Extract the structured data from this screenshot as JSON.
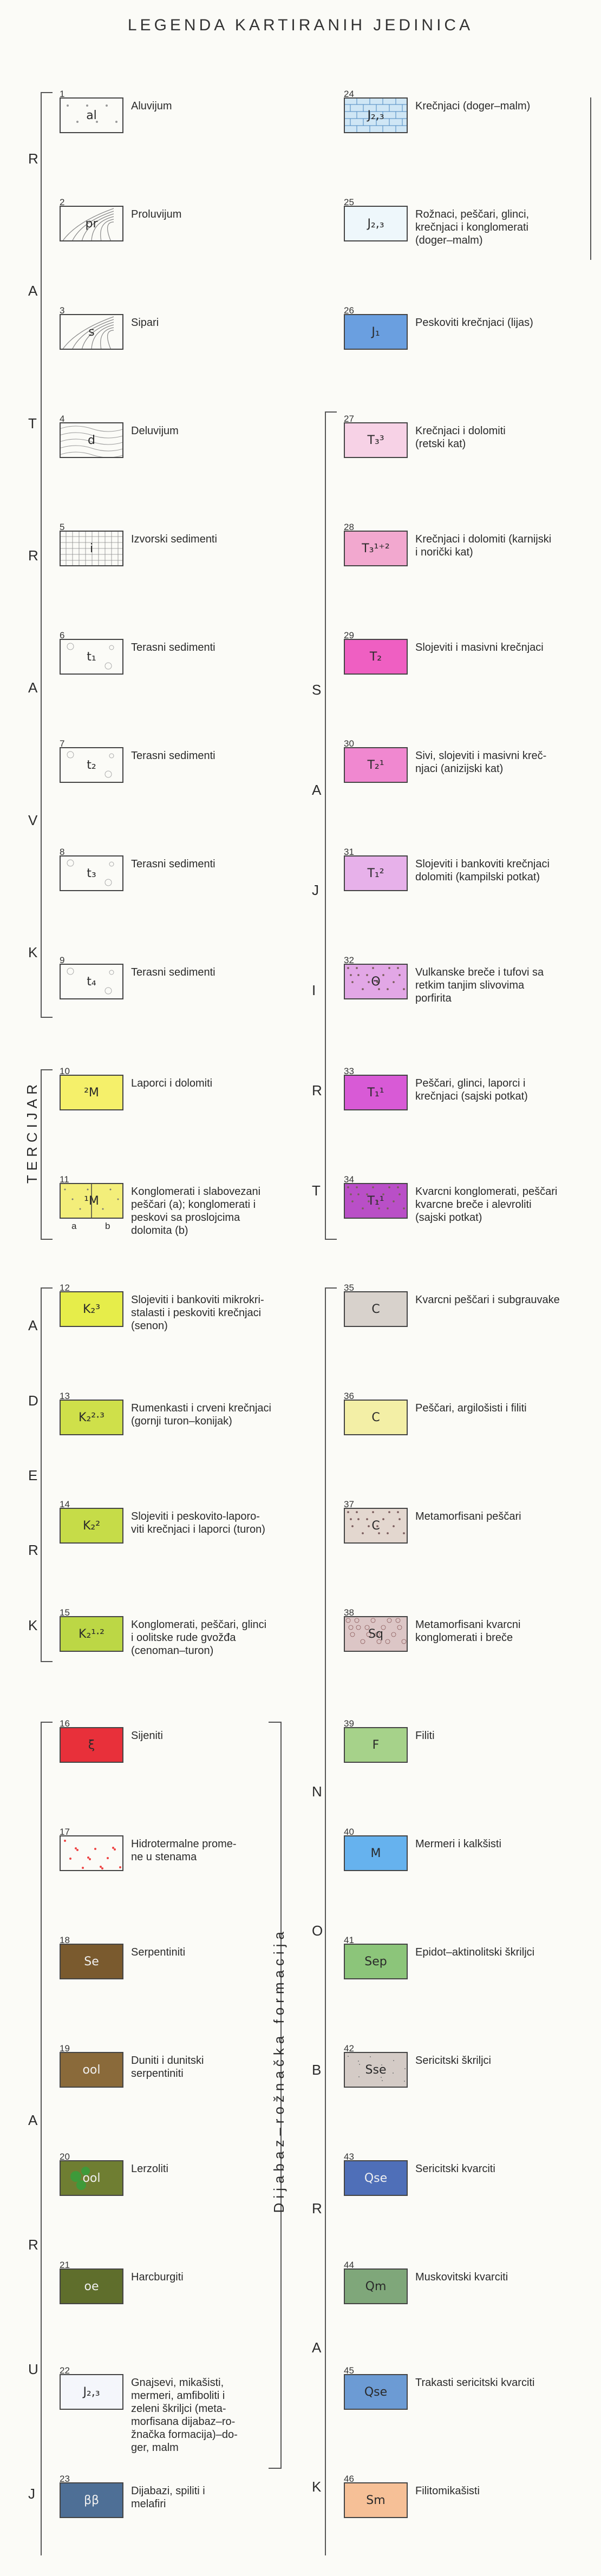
{
  "title": "LEGENDA KARTIRANIH JEDINICA",
  "groups": {
    "kvartar": [
      "K",
      "V",
      "A",
      "R",
      "T",
      "A",
      "R"
    ],
    "tercijar": "TERCIJAR",
    "kreda": [
      "K",
      "R",
      "E",
      "D",
      "A"
    ],
    "jura": [
      "J",
      "U",
      "R",
      "A"
    ],
    "trijas": [
      "T",
      "R",
      "I",
      "J",
      "A",
      "S"
    ],
    "karbon": [
      "K",
      "A",
      "R",
      "B",
      "O",
      "N"
    ],
    "dijabaz": "Dijabaz–rožnačka formacija"
  },
  "left": [
    {
      "n": "1",
      "sym": "al",
      "desc": "Aluvijum",
      "color": "#fbfbf7"
    },
    {
      "n": "2",
      "sym": "pr",
      "desc": "Proluvijum",
      "color": "#fbfbf7"
    },
    {
      "n": "3",
      "sym": "s",
      "desc": "Sipari",
      "color": "#fbfbf7"
    },
    {
      "n": "4",
      "sym": "d",
      "desc": "Deluvijum",
      "color": "#fbfbf7"
    },
    {
      "n": "5",
      "sym": "i",
      "desc": "Izvorski sedimenti",
      "color": "#fbfbf7"
    },
    {
      "n": "6",
      "sym": "t₁",
      "desc": "Terasni sedimenti",
      "color": "#fbfbf7"
    },
    {
      "n": "7",
      "sym": "t₂",
      "desc": "Terasni sedimenti",
      "color": "#fbfbf7"
    },
    {
      "n": "8",
      "sym": "t₃",
      "desc": "Terasni sedimenti",
      "color": "#fbfbf7"
    },
    {
      "n": "9",
      "sym": "t₄",
      "desc": "Terasni sedimenti",
      "color": "#fbfbf7"
    },
    {
      "n": "10",
      "sym": "²M",
      "desc": "Laporci i dolomiti",
      "color": "#f5f06a"
    },
    {
      "n": "11",
      "sym": "¹M",
      "desc": "Konglomerati i slabovezani\npeščari (a); konglomerati i\npeskovi sa proslojcima\ndolomita (b)",
      "color": "#f3ee7a",
      "sub_a": "a",
      "sub_b": "b"
    },
    {
      "n": "12",
      "sym": "K₂³",
      "desc": "Slojeviti i bankoviti mikrokri-\nstalasti i peskoviti krečnjaci\n(senon)",
      "color": "#e6ed4a"
    },
    {
      "n": "13",
      "sym": "K₂²·³",
      "desc": "Rumenkasti i crveni krečnjaci\n(gornji turon–konijak)",
      "color": "#cfe04a"
    },
    {
      "n": "14",
      "sym": "K₂²",
      "desc": "Slojeviti i peskovito-laporo-\nviti krečnjaci i laporci (turon)",
      "color": "#c6dc48"
    },
    {
      "n": "15",
      "sym": "K₂¹·²",
      "desc": "Konglomerati, peščari, glinci\ni oolitske rude gvožđa\n(cenoman–turon)",
      "color": "#bcd745"
    },
    {
      "n": "16",
      "sym": "ξ",
      "desc": "Sijeniti",
      "color": "#e8303a"
    },
    {
      "n": "17",
      "sym": "",
      "desc": "Hidrotermalne prome-\nne u stenama",
      "color": "#fbfbf7"
    },
    {
      "n": "18",
      "sym": "Se",
      "desc": "Serpentiniti",
      "color": "#7a5a2e"
    },
    {
      "n": "19",
      "sym": "ool",
      "desc": "Duniti i dunitski\nserpentiniti",
      "color": "#8a6a3a"
    },
    {
      "n": "20",
      "sym": "ool",
      "desc": "Lerzoliti",
      "color": "#6f7e32"
    },
    {
      "n": "21",
      "sym": "oe",
      "desc": "Harcburgiti",
      "color": "#5f6e2c"
    },
    {
      "n": "22",
      "sym": "J₂,₃",
      "desc": "Gnajsevi, mikašisti,\nmermeri, amfiboliti i\nzeleni škriljci (meta-\nmorfisana dijabaz–ro-\nžnačka formacija)–do-\nger, malm",
      "color": "#f4f6fb"
    },
    {
      "n": "23",
      "sym": "ββ",
      "desc": "Dijabazi, spiliti i\nmelafiri",
      "color": "#4e6f96"
    }
  ],
  "right": [
    {
      "n": "24",
      "sym": "J₂,₃",
      "desc": "Krečnjaci (doger–malm)",
      "color": "#cfe6f5"
    },
    {
      "n": "25",
      "sym": "J₂,₃",
      "desc": "Rožnaci, peščari, glinci,\nkrečnjaci i konglomerati\n(doger–malm)",
      "color": "#eef7fb"
    },
    {
      "n": "26",
      "sym": "J₁",
      "desc": "Peskoviti krečnjaci (lijas)",
      "color": "#6a9fe0"
    },
    {
      "n": "27",
      "sym": "T₃³",
      "desc": "Krečnjaci i dolomiti\n(retski kat)",
      "color": "#f7d2e6"
    },
    {
      "n": "28",
      "sym": "T₃¹⁺²",
      "desc": "Krečnjaci i dolomiti (karnijski\ni norički kat)",
      "color": "#f2a8cf"
    },
    {
      "n": "29",
      "sym": "T₂",
      "desc": "Slojeviti i masivni krečnjaci",
      "color": "#ef5fc2"
    },
    {
      "n": "30",
      "sym": "T₂¹",
      "desc": "Sivi, slojeviti i masivni kreč-\nnjaci (anizijski kat)",
      "color": "#f088d0"
    },
    {
      "n": "31",
      "sym": "T₁²",
      "desc": "Slojeviti i bankoviti krečnjaci\ndolomiti (kampilski potkat)",
      "color": "#e7b1ea"
    },
    {
      "n": "32",
      "sym": "Θ",
      "desc": "Vulkanske breče i tufovi sa\nretkim tanjim slivovima\nporfirita",
      "color": "#e2a7e6"
    },
    {
      "n": "33",
      "sym": "T₁¹",
      "desc": "Peščari, glinci, laporci i\nkrečnjaci (sajski potkat)",
      "color": "#d85ad6"
    },
    {
      "n": "34",
      "sym": "T₁¹",
      "desc": "Kvarcni konglomerati, peščari\nkvarcne breče i alevroliti\n(sajski potkat)",
      "color": "#b94fc7"
    },
    {
      "n": "35",
      "sym": "C",
      "desc": "Kvarcni peščari i subgrauvake",
      "color": "#d8d2cc"
    },
    {
      "n": "36",
      "sym": "C",
      "desc": "Peščari, argilošisti i filiti",
      "color": "#f3efa6"
    },
    {
      "n": "37",
      "sym": "C",
      "desc": "Metamorfisani peščari",
      "color": "#e3d7cf"
    },
    {
      "n": "38",
      "sym": "Sq",
      "desc": "Metamorfisani kvarcni\nkonglomerati i breče",
      "color": "#dcc6c6"
    },
    {
      "n": "39",
      "sym": "F",
      "desc": "Filiti",
      "color": "#a6d28a"
    },
    {
      "n": "40",
      "sym": "M",
      "desc": "Mermeri i kalkšisti",
      "color": "#66b2ee"
    },
    {
      "n": "41",
      "sym": "Sep",
      "desc": "Epidot–aktinolitski škriljci",
      "color": "#8cc57a"
    },
    {
      "n": "42",
      "sym": "Sse",
      "desc": "Sericitski škriljci",
      "color": "#d4cbc6"
    },
    {
      "n": "43",
      "sym": "Qse",
      "desc": "Sericitski kvarciti",
      "color": "#4f6fb8"
    },
    {
      "n": "44",
      "sym": "Qm",
      "desc": "Muskovitski kvarciti",
      "color": "#7fa77a"
    },
    {
      "n": "45",
      "sym": "Qse",
      "desc": "Trakasti sericitski kvarciti",
      "color": "#6c9bd4"
    },
    {
      "n": "46",
      "sym": "Sm",
      "desc": "Filitomikašisti",
      "color": "#f6c097"
    }
  ]
}
